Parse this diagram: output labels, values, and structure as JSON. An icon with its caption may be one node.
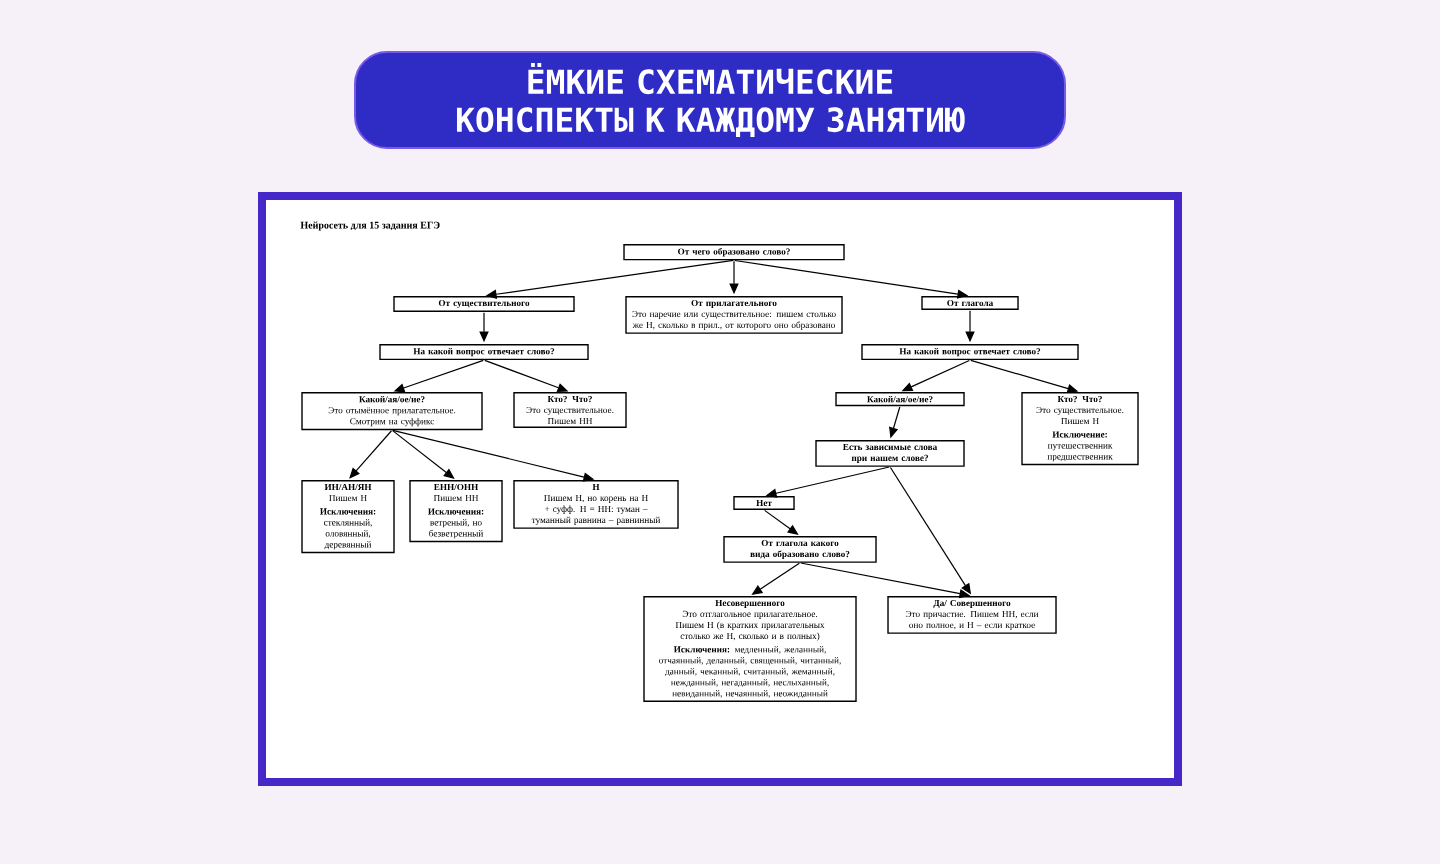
{
  "diagram": {
    "title": "ЁМКИЕ СХЕМАТИЧЕСКИЕ КОНСПЕКТЫ К КАЖДОМУ ЗАНЯТИЮ",
    "nodes": [
      {
        "text": [
          "От чего образовано слово?"
        ]
      },
      {
        "text": [
          "От существительного"
        ]
      },
      {
        "text": [
          "От прилагательного",
          "Это наречие или существительное: пишем столько же Н, сколько в прил., от которого оно образовано"
        ]
      },
      {
        "text": [
          "От глагола"
        ]
      },
      {
        "text": [
          "На какой вопрос отвечает слово?"
        ]
      },
      {
        "text": [
          "Какой/ая/ое/ие?",
          "Это отымённое прилагательное. Смотрим на суффикс"
        ]
      },
      {
        "text": [
          "Кто? Что?",
          "Это существительное. Пишем НН"
        ]
      },
      {
        "text": [
          "ИН/АН/ЯН",
          "Пишем Н",
          "**Исключения:** стеклянный, оловянный, деревянный"
        ]
      },
      {
        "text": [
          "ЕНН/ОНН",
          "Пишем НН",
          "**Исключения:** ветреный, но безветренный"
        ]
      },
      {
        "text": [
          "Н",
          "Пишем Н, но корень на Н + суфф. Н = НН: туман – туманный равнина – равнинный"
        ]
      },
      {
        "text": [
          "На какой вопрос отвечает слово?"
        ]
      },
      {
        "text": [
          "Какой/ая/ое/ие?"
        ]
      },
      {
        "text": [
          "Кто? Что?",
          "Это существительное. Пишем Н",
          "**Исключение:** путешественник предшественник"
        ]
      },
      {
        "text": [
          "Есть зависимые слова при нашем слове?"
        ]
      },
      {
        "text": [
          "Нет"
        ]
      },
      {
        "text": [
          "От глагола какого вида образовано слово?"
        ]
      },
      {
        "text": [
          "Несовершенного",
          "Это отглагольное прилагательное. Пишем Н (в кратких прилагательных столько же Н, сколько и в полных)",
          "**Исключения:** медленный, желанный, отчаянный, деланный, священный, читанный, данный, чеканный, считанный, жеманный, нежданный, негаданный, неслыханный, невиданный, нечаянный, неожиданный"
        ]
      },
      {
        "text": [
          "Да/ Совершенного",
          "Это причастие. Пишем НН, если оно полное, и Н – если краткое"
        ]
      }
    ],
    "edges": [
      {
        "from": 0,
        "to": 1,
        "arrow": "to"
      },
      {
        "from": 0,
        "to": 2,
        "arrow": "to"
      },
      {
        "from": 0,
        "to": 3,
        "arrow": "to"
      },
      {
        "from": 1,
        "to": 4,
        "arrow": "to"
      },
      {
        "from": 4,
        "to": 5,
        "arrow": "to"
      },
      {
        "from": 4,
        "to": 6,
        "arrow": "to"
      },
      {
        "from": 5,
        "to": 7,
        "arrow": "to"
      },
      {
        "from": 5,
        "to": 8,
        "arrow": "to"
      },
      {
        "from": 5,
        "to": 9,
        "arrow": "to"
      },
      {
        "from": 3,
        "to": 10,
        "arrow": "to"
      },
      {
        "from": 10,
        "to": 11,
        "arrow": "to"
      },
      {
        "from": 10,
        "to": 12,
        "arrow": "to"
      },
      {
        "from": 11,
        "to": 13,
        "arrow": "to"
      },
      {
        "from": 13,
        "to": 14,
        "arrow": "to"
      },
      {
        "from": 13,
        "to": 17,
        "arrow": "to"
      },
      {
        "from": 14,
        "to": 15,
        "arrow": "to"
      },
      {
        "from": 15,
        "to": 16,
        "arrow": "to"
      },
      {
        "from": 15,
        "to": 17,
        "arrow": "to"
      }
    ],
    "labels": [
      "Нейросеть для 15 задания ЕГЭ"
    ]
  }
}
